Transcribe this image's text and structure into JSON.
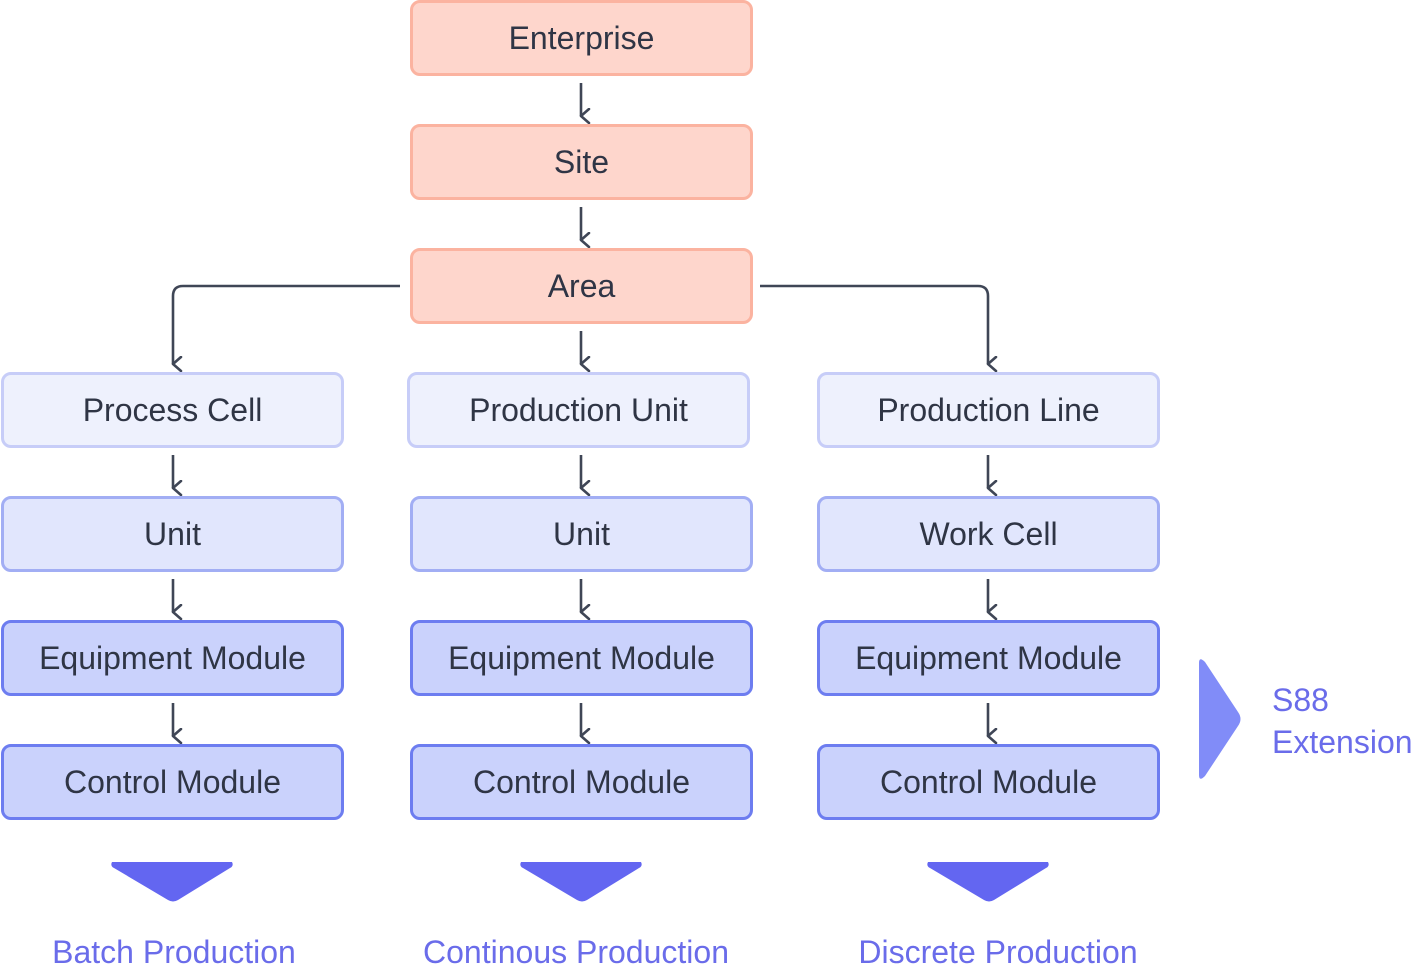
{
  "hierarchy": {
    "enterprise": "Enterprise",
    "site": "Site",
    "area": "Area"
  },
  "columns": [
    {
      "level1": "Process Cell",
      "level2": "Unit",
      "level3": "Equipment Module",
      "level4": "Control Module",
      "production_type": "Batch Production"
    },
    {
      "level1": "Production Unit",
      "level2": "Unit",
      "level3": "Equipment Module",
      "level4": "Control Module",
      "production_type": "Continous Production"
    },
    {
      "level1": "Production Line",
      "level2": "Work Cell",
      "level3": "Equipment Module",
      "level4": "Control Module",
      "production_type": "Discrete Production"
    }
  ],
  "extension": {
    "line1": "S88",
    "line2": "Extension"
  },
  "colors": {
    "top_fill": "#fed6cc",
    "top_border": "#fbb3a0",
    "accent": "#6366f1",
    "text": "#2f3545",
    "label": "#6a6cea",
    "connector": "#3f4656"
  }
}
